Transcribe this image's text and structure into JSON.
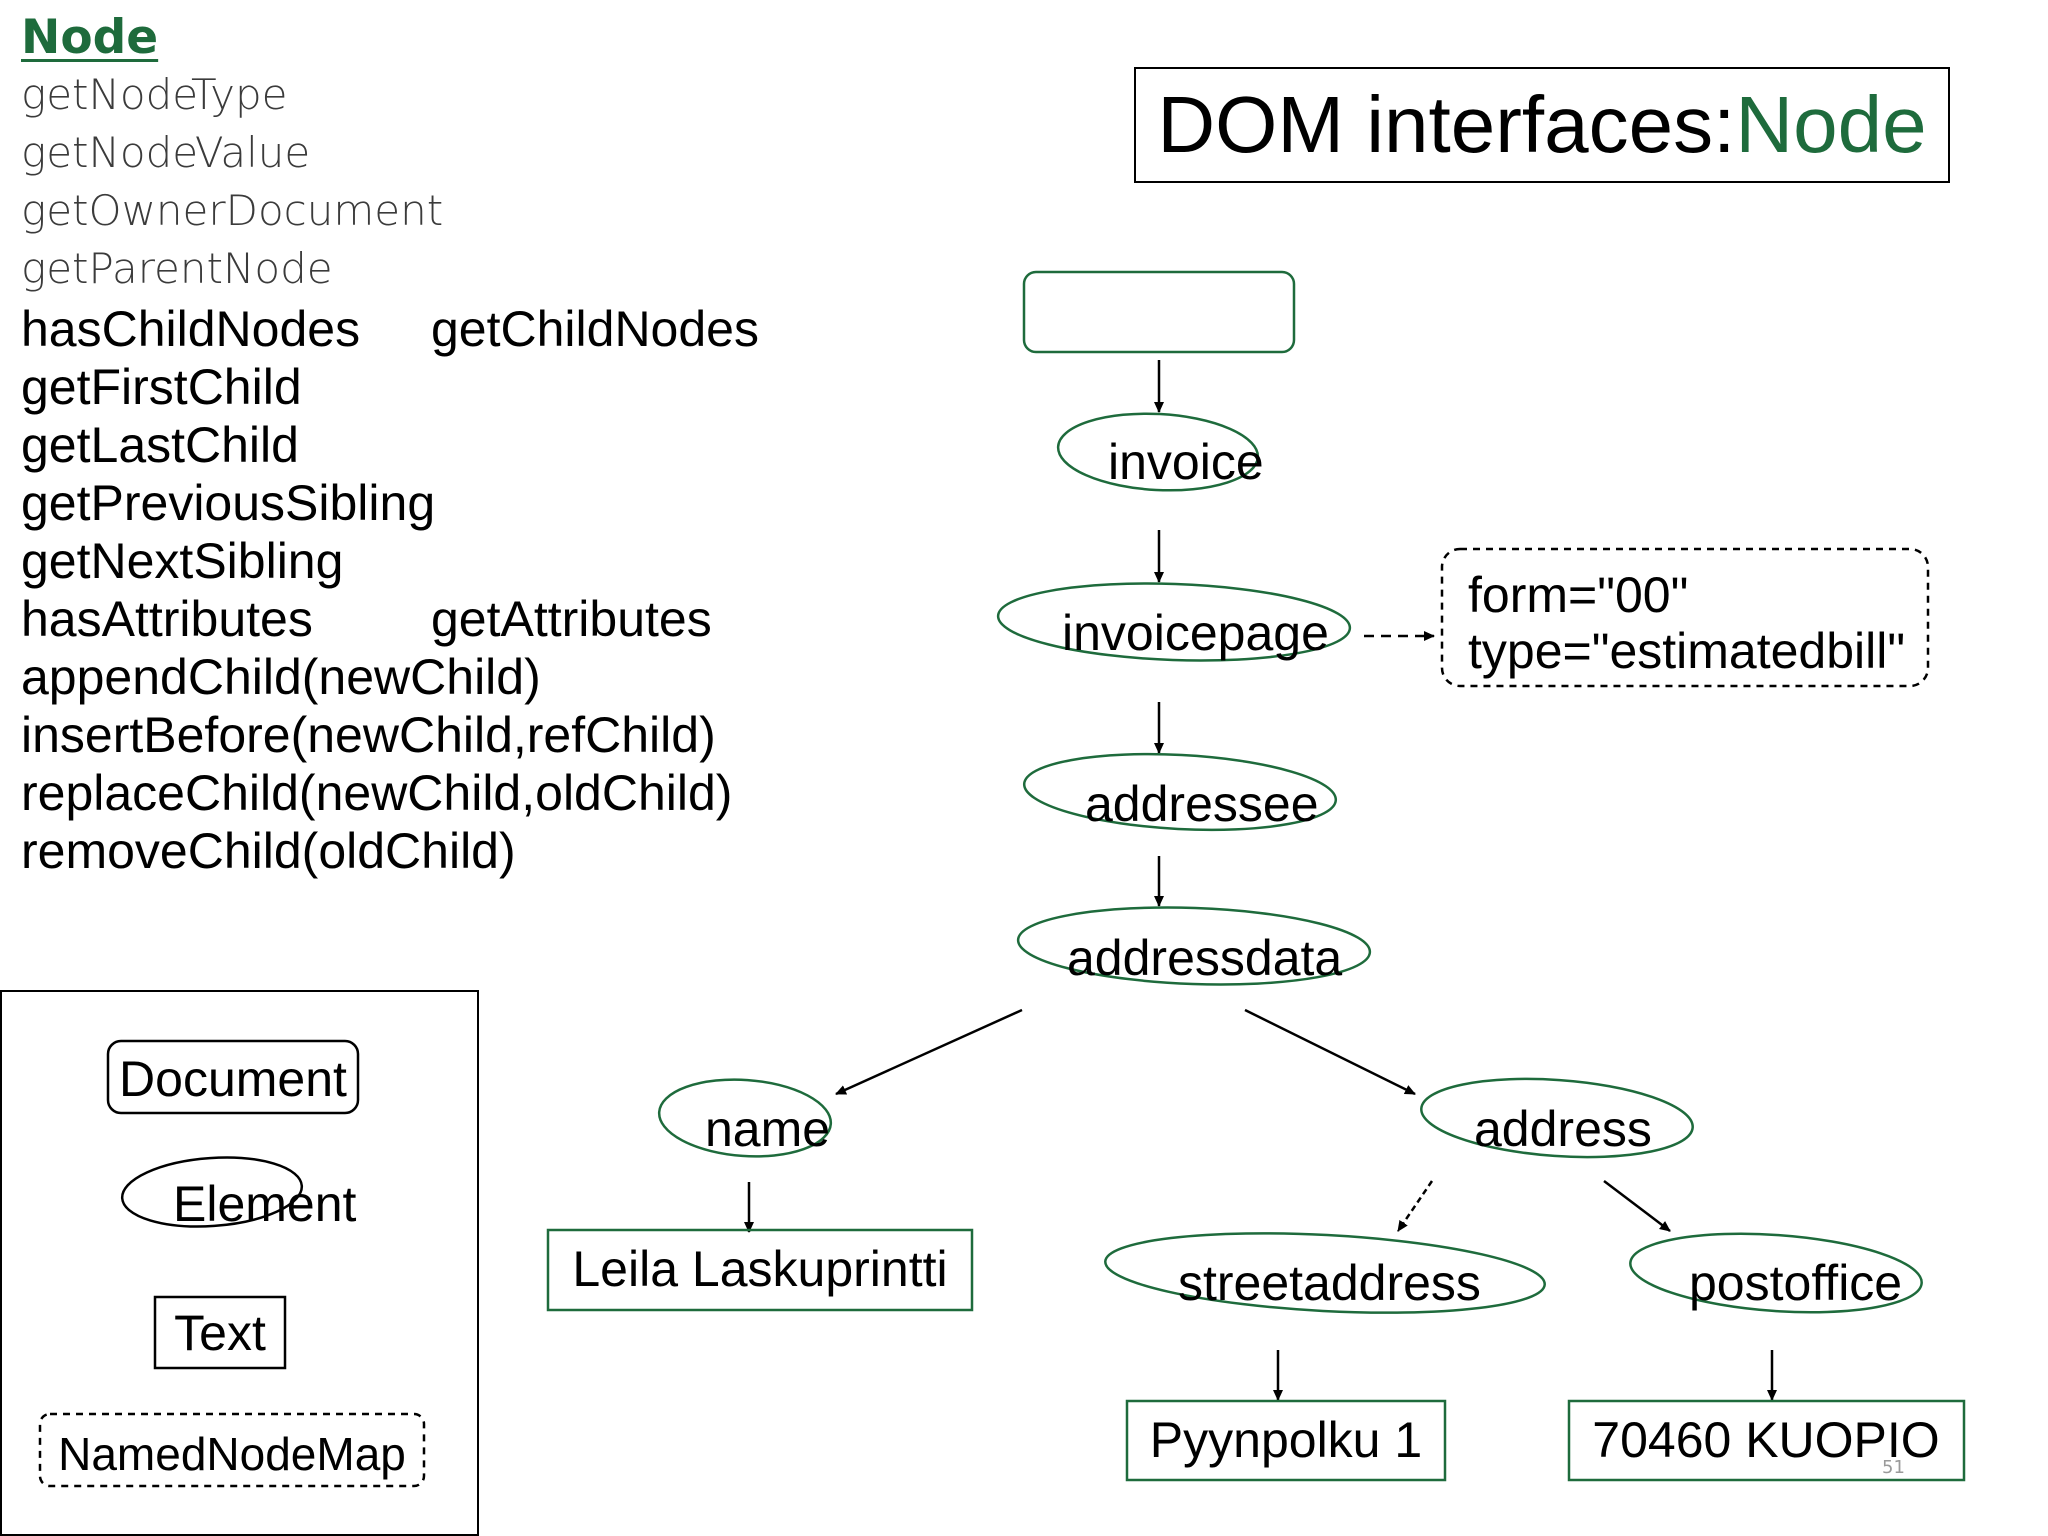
{
  "sidebar": {
    "heading": "Node",
    "light_methods": [
      "getNodeType",
      "getNodeValue",
      "getOwnerDocument",
      "getParentNode"
    ],
    "rows": [
      {
        "left": "hasChildNodes",
        "right": "getChildNodes"
      },
      {
        "left": "getFirstChild",
        "right": ""
      },
      {
        "left": "getLastChild",
        "right": ""
      },
      {
        "left": "getPreviousSibling",
        "right": ""
      },
      {
        "left": "getNextSibling",
        "right": ""
      },
      {
        "left": "hasAttributes",
        "right": "getAttributes"
      },
      {
        "left": "appendChild(newChild)",
        "right": ""
      },
      {
        "left": "insertBefore(newChild,refChild)",
        "right": ""
      },
      {
        "left": "replaceChild(newChild,oldChild)",
        "right": ""
      },
      {
        "left": "removeChild(oldChild)",
        "right": ""
      }
    ]
  },
  "title": {
    "prefix": "DOM interfaces: ",
    "accent": "Node"
  },
  "legend": {
    "document": "Document",
    "element": "Element",
    "text": "Text",
    "named_node_map": "NamedNodeMap"
  },
  "tree": {
    "root": "",
    "invoice": "invoice",
    "invoicepage": "invoicepage",
    "attributes": [
      "form=\"00\"",
      "type=\"estimatedbill\""
    ],
    "addressee": "addressee",
    "addressdata": "addressdata",
    "name": "name",
    "address": "address",
    "name_text": "Leila Laskuprintti",
    "streetaddress": "streetaddress",
    "postoffice": "postoffice",
    "street_text": "Pyynpolku 1",
    "postoffice_text": "70460 KUOPIO"
  },
  "page_number": "51",
  "colors": {
    "accent_green": "#1e6b3c",
    "page_number_gray": "#9a9a9a"
  }
}
